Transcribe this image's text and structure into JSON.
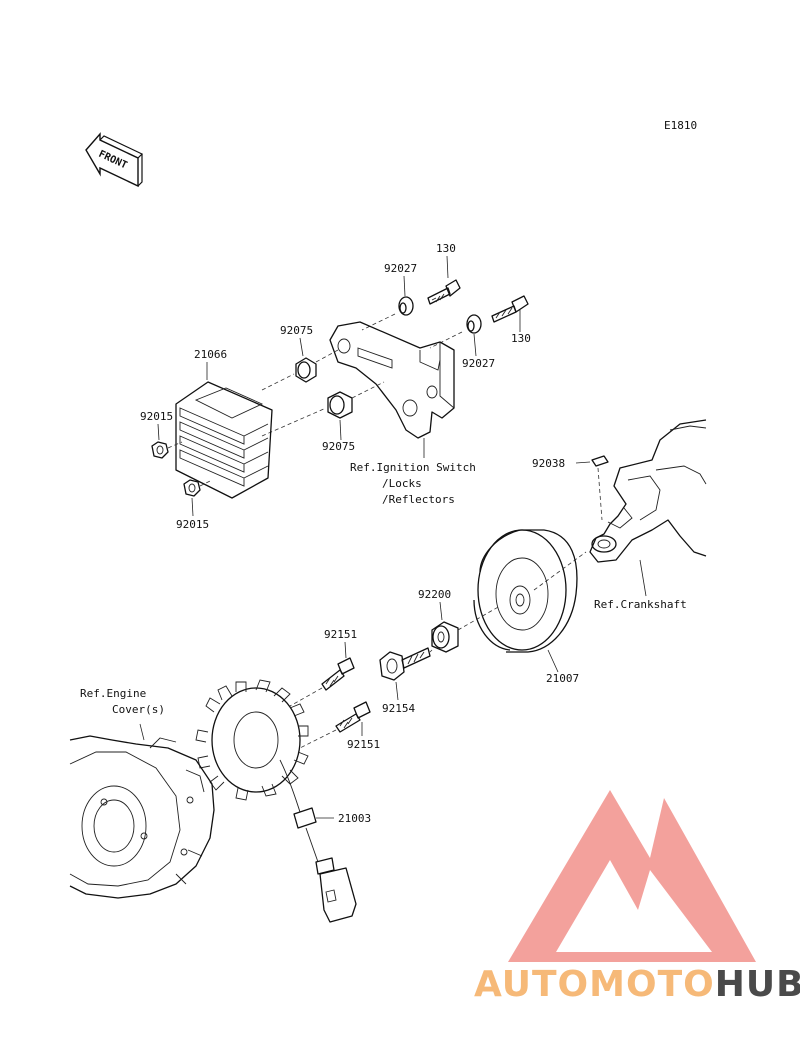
{
  "diagram_id": "E1810",
  "front_arrow_text": "FRONT",
  "part_numbers": {
    "bolt_130_a": "130",
    "bolt_130_b": "130",
    "washer_92027_a": "92027",
    "washer_92027_b": "92027",
    "damper_92075_a": "92075",
    "damper_92075_b": "92075",
    "regulator": "21066",
    "nut_92015_a": "92015",
    "nut_92015_b": "92015",
    "key_92038": "92038",
    "collar_92200": "92200",
    "bolt_92151_a": "92151",
    "bolt_92151_b": "92151",
    "bolt_92154": "92154",
    "rotor": "21007",
    "stator": "21003"
  },
  "references": {
    "ignition_line1": "Ref.Ignition Switch",
    "ignition_line2": "/Locks",
    "ignition_line3": "/Reflectors",
    "crankshaft": "Ref.Crankshaft",
    "engine_cover_line1": "Ref.Engine",
    "engine_cover_line2": "Cover(s)"
  },
  "watermark": {
    "part1": "AUTOMOTO",
    "part2": "HUB",
    "color_logo": "#f29a94",
    "color_part1": "#f6b978",
    "color_part2": "#4a4a4a"
  }
}
